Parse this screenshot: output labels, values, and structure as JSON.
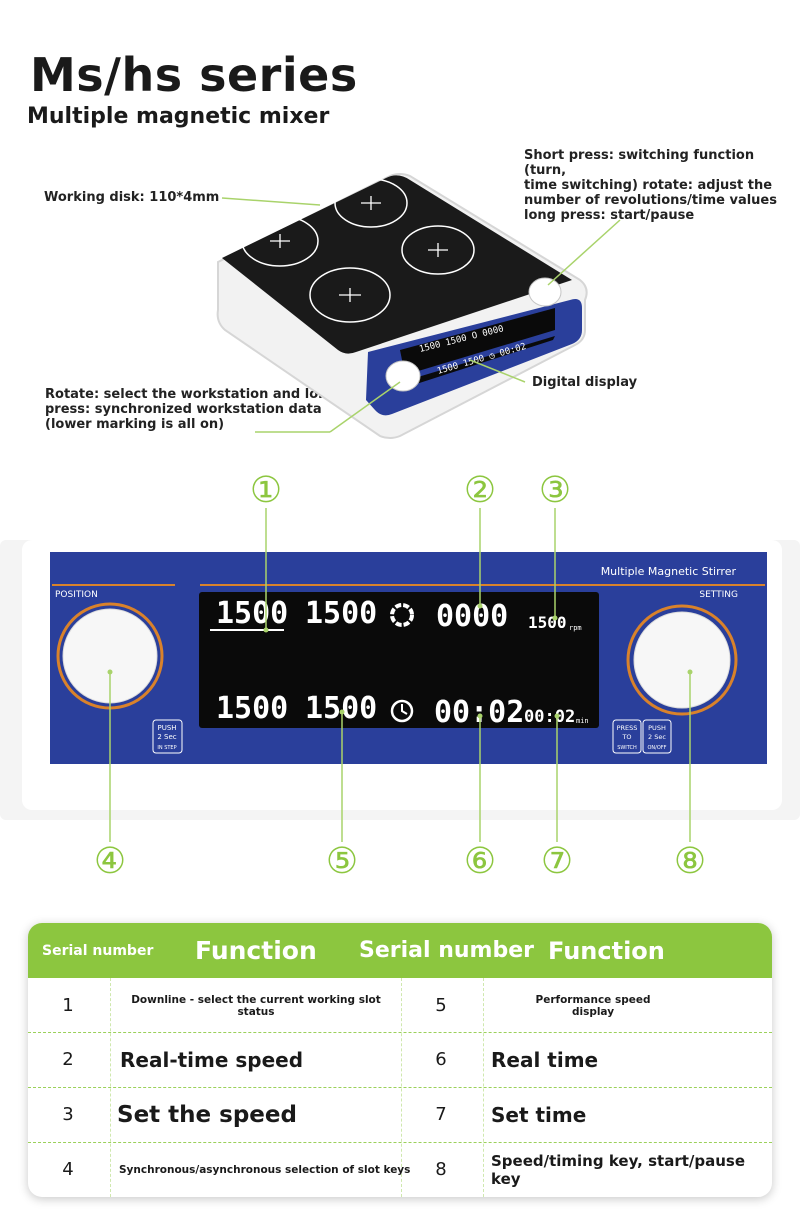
{
  "header": {
    "title": "Ms/hs series",
    "subtitle": "Multiple magnetic mixer"
  },
  "notes": {
    "working_disk": "Working disk: 110*4mm",
    "knob_right": [
      "Short press: switching function (turn,",
      "time switching) rotate: adjust the",
      "number of revolutions/time values",
      "long press: start/pause"
    ],
    "knob_left": [
      "Rotate: select the workstation and long",
      "press: synchronized workstation data",
      "(lower marking is all on)"
    ],
    "digital_display": "Digital display"
  },
  "panel": {
    "brand": "Multiple Magnetic Stirrer",
    "position_label": "POSITION",
    "setting_label": "SETTING",
    "row1": [
      "1500",
      "1500",
      "0000",
      "1500"
    ],
    "row2": [
      "1500",
      "1500",
      "00:02",
      "00:02"
    ],
    "unit_rpm": "rpm",
    "unit_min": "min",
    "push_left": [
      "PUSH",
      "2 Sec",
      "IN STEP"
    ],
    "press_right": [
      "PRESS",
      "TO",
      "SWITCH"
    ],
    "push_right": [
      "PUSH",
      "2 Sec",
      "ON/OFF"
    ],
    "markers": [
      "①",
      "②",
      "③",
      "④",
      "⑤",
      "⑥",
      "⑦",
      "⑧"
    ]
  },
  "table": {
    "headers": [
      "Serial number",
      "Function",
      "Serial number",
      "Function"
    ],
    "rows": [
      {
        "left_num": "1",
        "left_fn": "Downline - select the current working slot status",
        "right_num": "5",
        "right_fn": "Performance speed display"
      },
      {
        "left_num": "2",
        "left_fn": "Real-time speed",
        "right_num": "6",
        "right_fn": "Real time"
      },
      {
        "left_num": "3",
        "left_fn": "Set the speed",
        "right_num": "7",
        "right_fn": "Set time"
      },
      {
        "left_num": "4",
        "left_fn": "Synchronous/asynchronous selection of slot keys",
        "right_num": "8",
        "right_fn": "Speed/timing key, start/pause key"
      }
    ]
  },
  "colors": {
    "accent_green": "#8cc63f",
    "panel_blue": "#2a3f9b",
    "display_black": "#0a0a0a",
    "ring_orange": "#d9822b"
  }
}
